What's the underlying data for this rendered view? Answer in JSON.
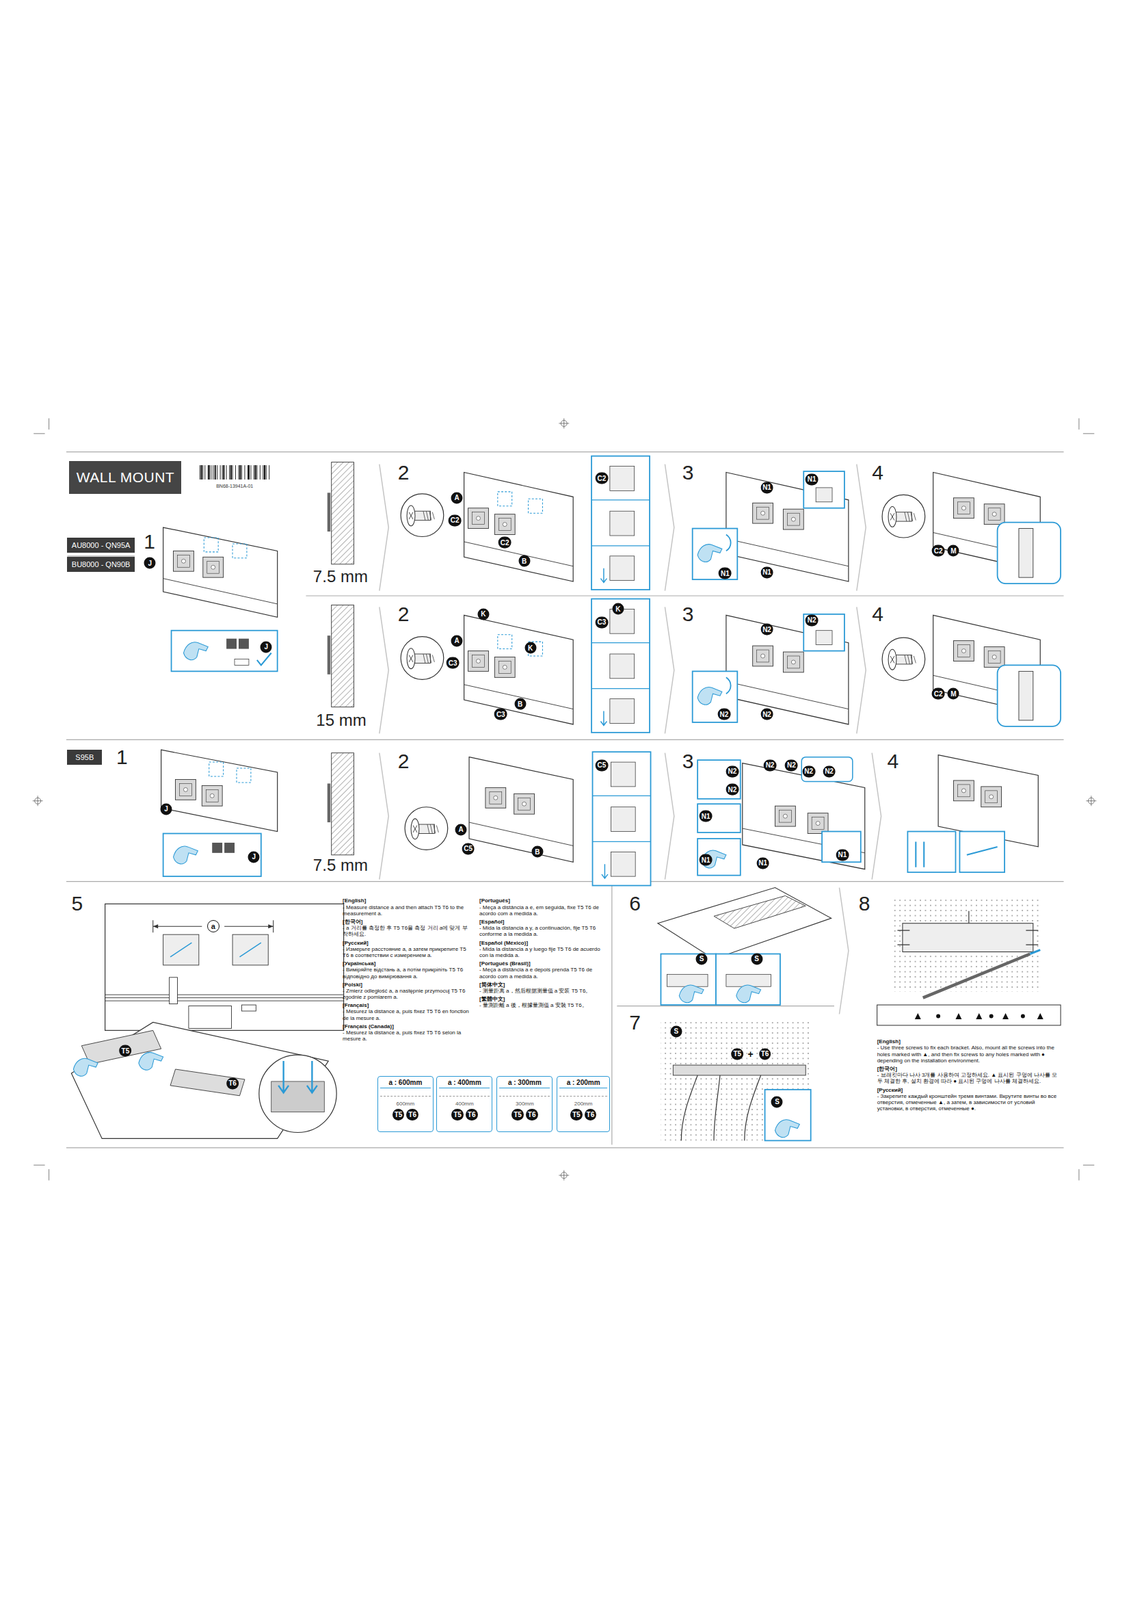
{
  "diagram": {
    "title": "WALL MOUNT",
    "nodes": [
      {
        "text": [
          "AU8000 - QN95A"
        ]
      },
      {
        "text": [
          "BU8000 - QN90B"
        ]
      },
      {
        "text": [
          "S95B"
        ]
      },
      {
        "text": [
          "a : 600mm",
          "600mm",
          "T5",
          "T6"
        ]
      },
      {
        "text": [
          "a : 400mm",
          "400mm",
          "T5",
          "T6"
        ]
      },
      {
        "text": [
          "a : 300mm",
          "300mm",
          "T5",
          "T6"
        ]
      },
      {
        "text": [
          "a : 200mm",
          "200mm",
          "T5",
          "T6"
        ]
      }
    ],
    "labels": [
      "BN68-13941A-01",
      "1",
      "J",
      "J",
      "7.5 mm",
      "2",
      "A",
      "C2",
      "C2",
      "B",
      "C2",
      "3",
      "N1",
      "N1",
      "N1",
      "N1",
      "4",
      "C2",
      "M",
      "15 mm",
      "2",
      "K",
      "A",
      "C3",
      "K",
      "C3",
      "B",
      "K",
      "C3",
      "3",
      "N2",
      "N2",
      "N2",
      "N2",
      "4",
      "C2",
      "M",
      "1",
      "J",
      "J",
      "7.5 mm",
      "2",
      "A",
      "C5",
      "B",
      "C5",
      "3",
      "N2",
      "N2",
      "N2",
      "N2",
      "N2",
      "N2",
      "N1",
      "N1",
      "N1",
      "N1",
      "4",
      "5",
      "a",
      "T5",
      "T6",
      "6",
      "S",
      "S",
      "7",
      "S",
      "T5",
      "+",
      "T6",
      "S",
      "8",
      "[English]",
      "- Measure distance a and then attach T5 T6 to the measurement a.",
      "[한국어]",
      "- a 거리를 측정한 후 T5 T6을 측정 거리 a에 맞게 부착하세요.",
      "[Русский]",
      "- Измерьте расстояние a, а затем прикрепите T5 T6 в соответствии с измерением a.",
      "[Українська]",
      "- Виміряйте відстань a, а потім прикріпіть T5 T6 відповідно до вимірювання a.",
      "[Polski]",
      "- Zmierz odległość a, a następnie przymocuj T5 T6 zgodnie z pomiarem a.",
      "[Français]",
      "- Mesurez la distance a, puis fixez T5 T6 en fonction de la mesure a.",
      "[Français (Canada)]",
      "- Mesurez la distance a, puis fixez T5 T6 selon la mesure a.",
      "[Português]",
      "- Meça a distância a e, em seguida, fixe T5 T6 de acordo com a medida a.",
      "[Español]",
      "- Mida la distancia a y, a continuación, fije T5 T6 conforme a la medida a.",
      "[Español (México)]",
      "- Mida la distancia a y luego fije T5 T6 de acuerdo con la medida a.",
      "[Português (Brasil)]",
      "- Meça a distância a e depois prenda T5 T6 de acordo com a medida a.",
      "[简体中文]",
      "- 测量距离 a，然后根据测量值 a 安装 T5 T6。",
      "[繁體中文]",
      "- 量測距離 a 後，根據量測值 a 安裝 T5 T6。",
      "[English]",
      "- Use three screws to fix each bracket. Also, mount all the screws into the holes marked with ▲, and then fix screws to any holes marked with ● depending on the installation environment.",
      "[한국어]",
      "- 브래킷마다 나사 3개를 사용하여 고정하세요. ▲ 표시된 구멍에 나사를 모두 체결한 후, 설치 환경에 따라 ● 표시된 구멍에 나사를 체결하세요.",
      "[Русский]",
      "- Закрепите каждый кронштейн тремя винтами. Вкрутите винты во все отверстия, отмеченные ▲, а затем, в зависимости от условий установки, в отверстия, отмеченные ●."
    ]
  }
}
